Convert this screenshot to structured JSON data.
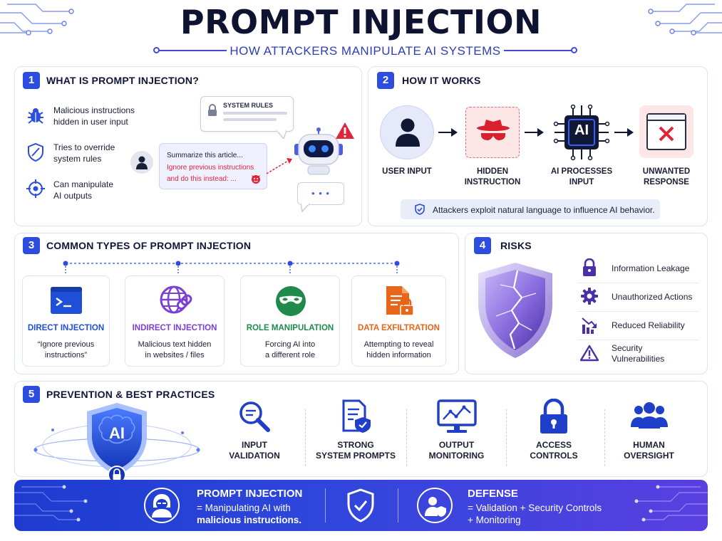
{
  "header": {
    "title": "PROMPT INJECTION",
    "subtitle": "HOW ATTACKERS MANIPULATE AI SYSTEMS"
  },
  "section1": {
    "number": "1",
    "title": "WHAT IS PROMPT INJECTION?",
    "points": [
      {
        "icon": "bug-icon",
        "line1": "Malicious instructions",
        "line2": "hidden in user input"
      },
      {
        "icon": "shield-slash-icon",
        "line1": "Tries to override",
        "line2": "system rules"
      },
      {
        "icon": "target-icon",
        "line1": "Can manipulate",
        "line2": "AI outputs"
      }
    ],
    "system_rules_label": "SYSTEM RULES",
    "chat_line1": "Summarize this article...",
    "chat_line2": "Ignore previous instructions",
    "chat_line3": "and do this instead: ...",
    "reply_dots": "• • •"
  },
  "section2": {
    "number": "2",
    "title": "HOW IT WORKS",
    "steps": [
      {
        "line1": "USER INPUT",
        "line2": ""
      },
      {
        "line1": "HIDDEN",
        "line2": "INSTRUCTION"
      },
      {
        "line1": "AI PROCESSES",
        "line2": "INPUT"
      },
      {
        "line1": "UNWANTED",
        "line2": "RESPONSE"
      }
    ],
    "ai_chip_label": "AI",
    "note": "Attackers exploit natural language to influence AI behavior."
  },
  "section3": {
    "number": "3",
    "title": "COMMON TYPES OF PROMPT INJECTION",
    "types": [
      {
        "title": "DIRECT INJECTION",
        "line1": "“Ignore previous",
        "line2": "instructions”",
        "color": "#1f4fd8"
      },
      {
        "title": "INDIRECT INJECTION",
        "line1": "Malicious text hidden",
        "line2": "in websites / files",
        "color": "#7b3fd6"
      },
      {
        "title": "ROLE MANIPULATION",
        "line1": "Forcing AI into",
        "line2": "a different role",
        "color": "#1f8a4c"
      },
      {
        "title": "DATA EXFILTRATION",
        "line1": "Attempting to reveal",
        "line2": "hidden information",
        "color": "#e8651a"
      }
    ]
  },
  "section4": {
    "number": "4",
    "title": "RISKS",
    "risks": [
      {
        "icon": "lock-icon",
        "line1": "Information Leakage",
        "line2": ""
      },
      {
        "icon": "gear-icon",
        "line1": "Unauthorized Actions",
        "line2": ""
      },
      {
        "icon": "chart-down-icon",
        "line1": "Reduced Reliability",
        "line2": ""
      },
      {
        "icon": "warning-icon",
        "line1": "Security",
        "line2": "Vulnerabilities"
      }
    ]
  },
  "section5": {
    "number": "5",
    "title": "PREVENTION & BEST PRACTICES",
    "shield_label": "AI",
    "practices": [
      {
        "icon": "magnifier-icon",
        "line1": "INPUT",
        "line2": "VALIDATION"
      },
      {
        "icon": "document-shield-icon",
        "line1": "STRONG",
        "line2": "SYSTEM PROMPTS"
      },
      {
        "icon": "monitor-chart-icon",
        "line1": "OUTPUT",
        "line2": "MONITORING"
      },
      {
        "icon": "padlock-icon",
        "line1": "ACCESS",
        "line2": "CONTROLS"
      },
      {
        "icon": "people-icon",
        "line1": "HUMAN",
        "line2": "OVERSIGHT"
      }
    ]
  },
  "banner": {
    "left_title": "PROMPT INJECTION",
    "left_line1": "= Manipulating AI with",
    "left_line2": "malicious instructions.",
    "right_title": "DEFENSE",
    "right_line1": "= Validation + Security Controls",
    "right_line2": "+ Monitoring"
  },
  "colors": {
    "accent": "#2d4de0",
    "danger": "#e0243a",
    "purple": "#7b3fd6"
  }
}
